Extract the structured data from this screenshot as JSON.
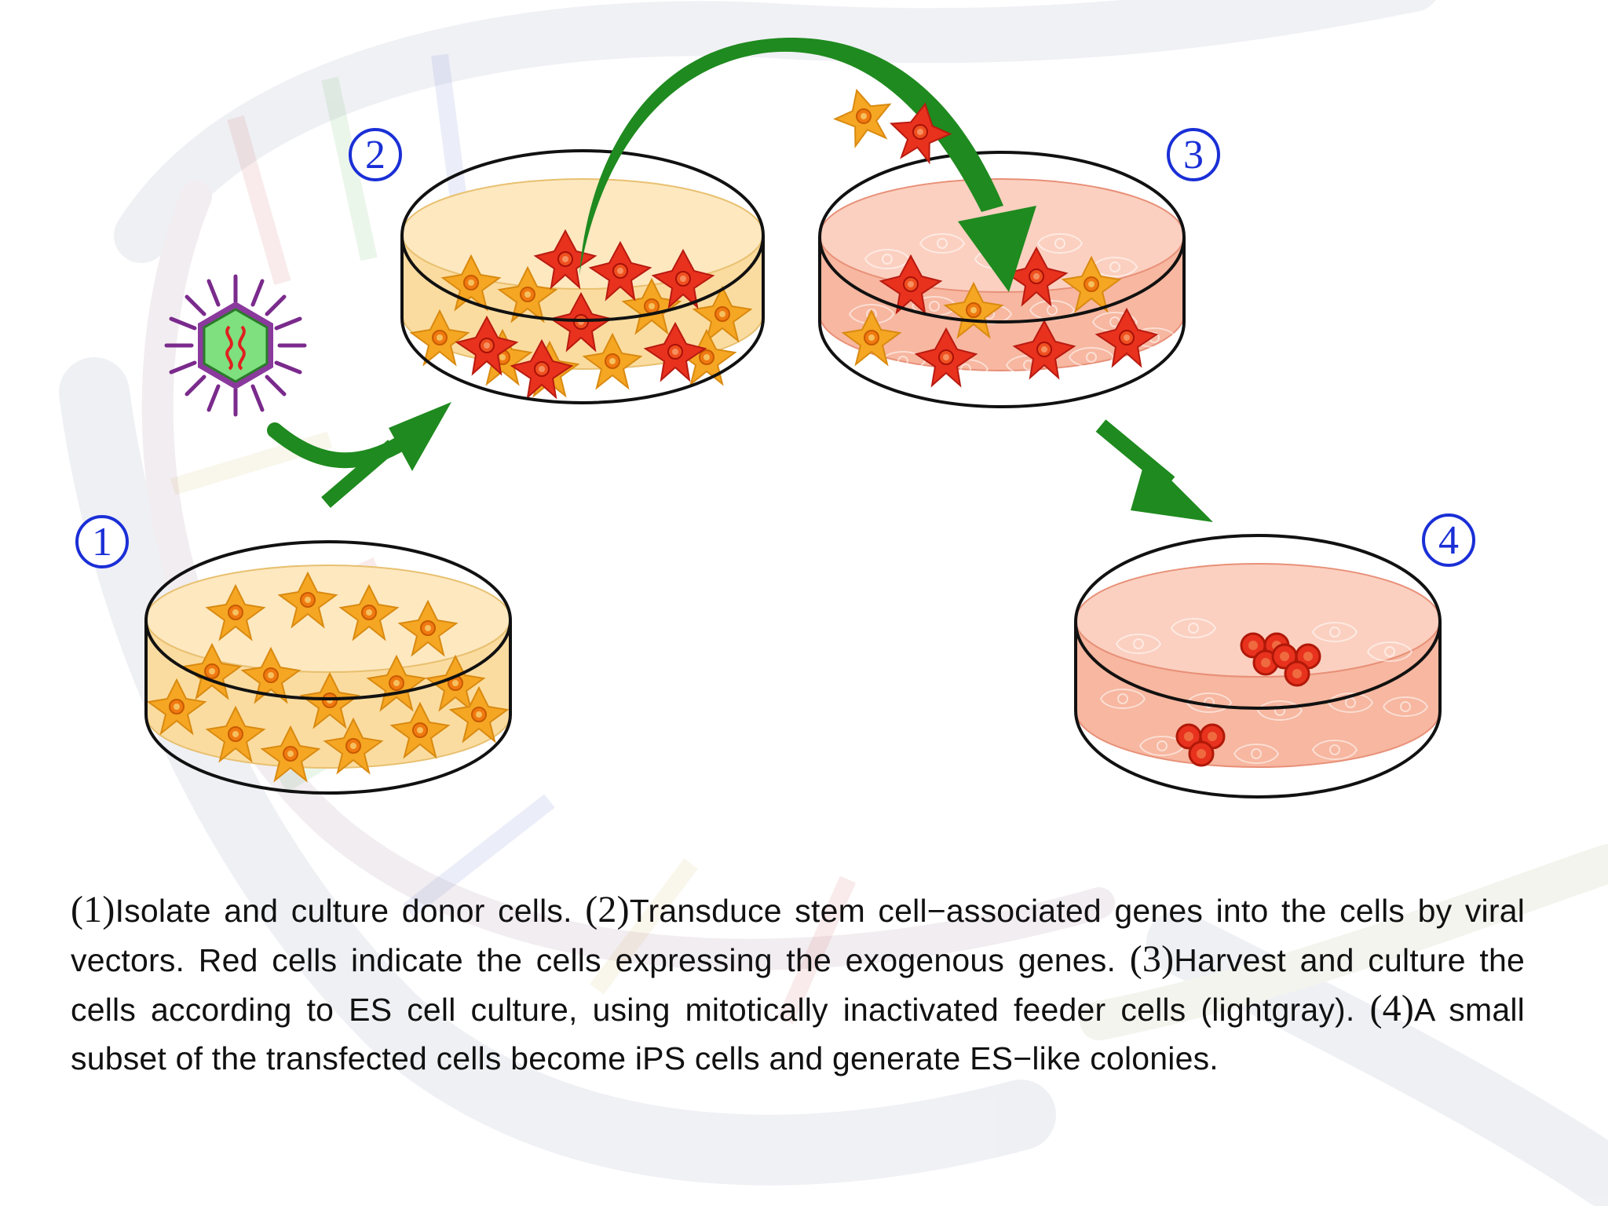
{
  "steps": [
    {
      "id": "1",
      "label": "1"
    },
    {
      "id": "2",
      "label": "2"
    },
    {
      "id": "3",
      "label": "3"
    },
    {
      "id": "4",
      "label": "4"
    }
  ],
  "caption": {
    "s1_num": "(1)",
    "s1_text": "Isolate and culture donor cells. ",
    "s2_num": "(2)",
    "s2_text": "Transduce stem cell−associated genes into the cells by viral vectors. Red cells indicate the cells expressing the exogenous genes. ",
    "s3_num": "(3)",
    "s3_text": "Harvest and culture the cells according to ES cell culture, using mitotically inactivated feeder cells (lightgray). ",
    "s4_num": "(4)",
    "s4_text": "A small subset of the transfected cells become iPS cells and generate ES−like colonies."
  },
  "colors": {
    "arrow": "#1f8a1f",
    "label_ring": "#1a2fd6",
    "donor_cell": "#f5a623",
    "transduced_cell": "#e8321e",
    "dish_medium_1": "#fbdca0",
    "dish_medium_3": "#f7b7a0",
    "virus": "#7a2a8c"
  }
}
